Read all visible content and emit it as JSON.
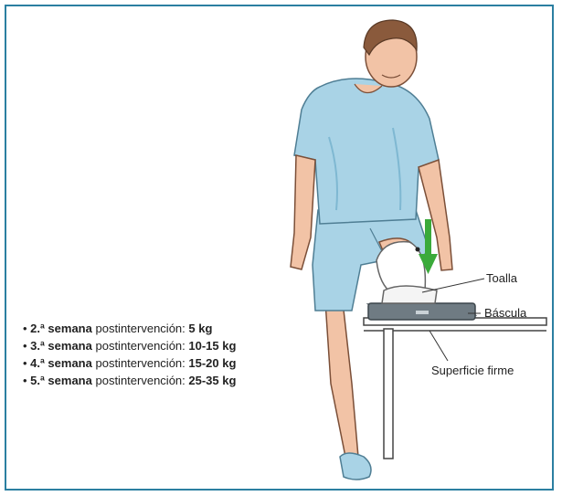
{
  "colors": {
    "border": "#2b7fa1",
    "shirt": "#a9d3e6",
    "shirt_shade": "#7fb8d2",
    "skin": "#f2c3a6",
    "hair": "#8a5a3c",
    "arrow": "#3aaa3a",
    "scale": "#5b6770"
  },
  "instructions": [
    {
      "week": "2.ª semana",
      "text": "postintervención:",
      "weight": "5 kg"
    },
    {
      "week": "3.ª semana",
      "text": "postintervención:",
      "weight": "10-15 kg"
    },
    {
      "week": "4.ª semana",
      "text": "postintervención:",
      "weight": "15-20 kg"
    },
    {
      "week": "5.ª semana",
      "text": "postintervención:",
      "weight": "25-35 kg"
    }
  ],
  "labels": {
    "towel": "Toalla",
    "scale": "Báscula",
    "surface": "Superficie firme"
  },
  "arrow_icon": "down-arrow-icon"
}
